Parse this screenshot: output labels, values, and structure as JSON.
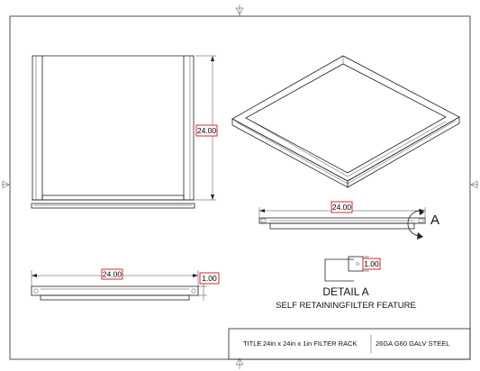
{
  "dimensions": {
    "front_height": "24.00",
    "iso_width": "24.00",
    "side_width": "24.00",
    "side_height": "1.00",
    "detail_height": "1.00"
  },
  "detail": {
    "callout_letter": "A",
    "title": "DETAIL A",
    "subtitle": "SELF RETAININGFILTER FEATURE"
  },
  "title_block": {
    "title_label": "TITLE",
    "title_value": "24in x 24in x 1in FILTER RACK",
    "material": "26GA G60 GALV STEEL"
  }
}
